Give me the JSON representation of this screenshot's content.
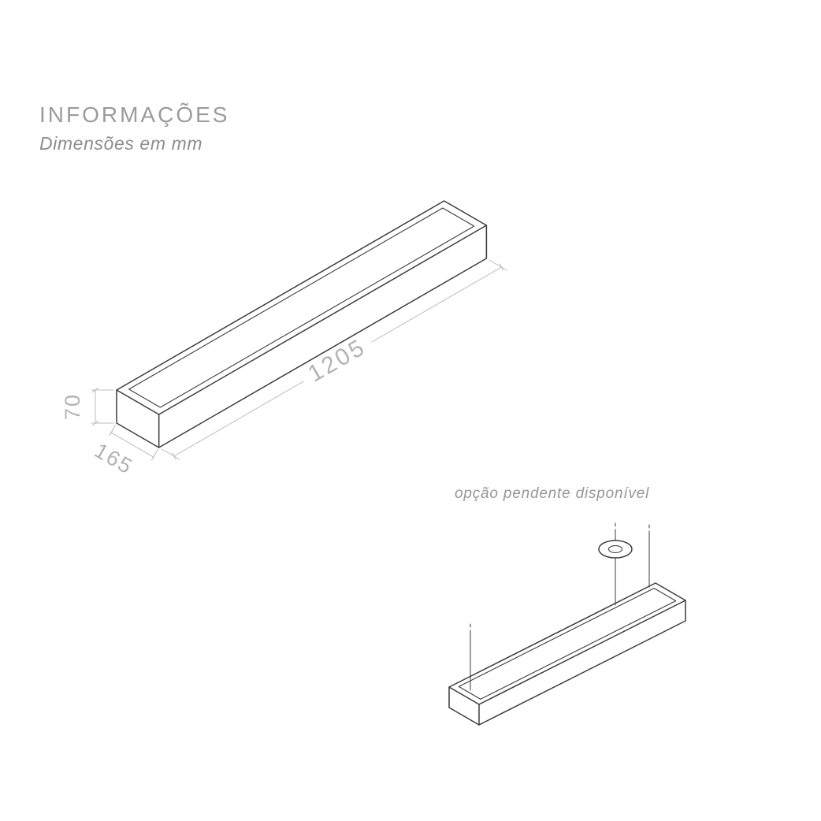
{
  "page": {
    "background": "#ffffff"
  },
  "header": {
    "title": "INFORMAÇÕES",
    "subtitle": "Dimensões em mm"
  },
  "fixture_drawing": {
    "dimensions": {
      "length_mm": "1205",
      "height_mm": "70",
      "width_mm": "165"
    }
  },
  "pendant_option": {
    "caption": "opção pendente disponível"
  },
  "colors": {
    "drawing_line": "#3d3d3d",
    "dimension_line": "#bcbcbc",
    "dimension_text": "#b3b3b3",
    "heading_text": "#9b9b9b"
  }
}
